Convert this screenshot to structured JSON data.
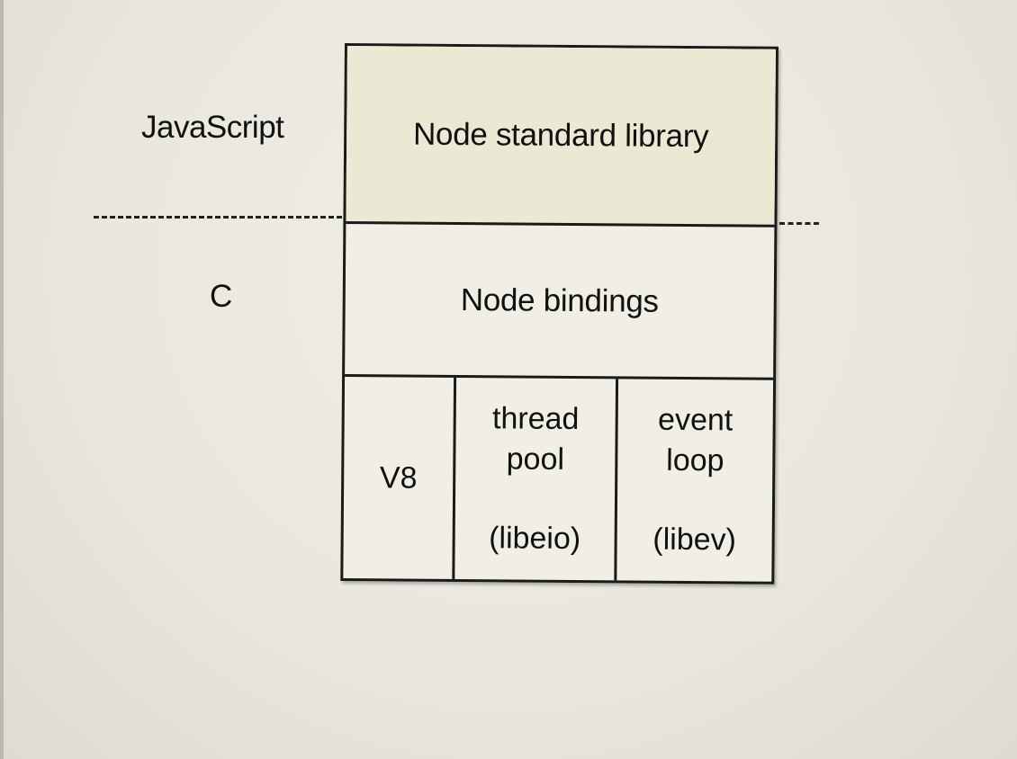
{
  "side_labels": {
    "javascript": "JavaScript",
    "c": "C"
  },
  "stack": {
    "standard_library": "Node standard library",
    "bindings": "Node bindings",
    "v8": "V8",
    "thread_pool": {
      "line1": "thread",
      "line2": "pool",
      "impl": "(libeio)"
    },
    "event_loop": {
      "line1": "event",
      "line2": "loop",
      "impl": "(libev)"
    }
  },
  "colors": {
    "stdlib_fill": "#ebe9d3",
    "background": "#e9e7de",
    "lines": "#1a1a1a"
  }
}
